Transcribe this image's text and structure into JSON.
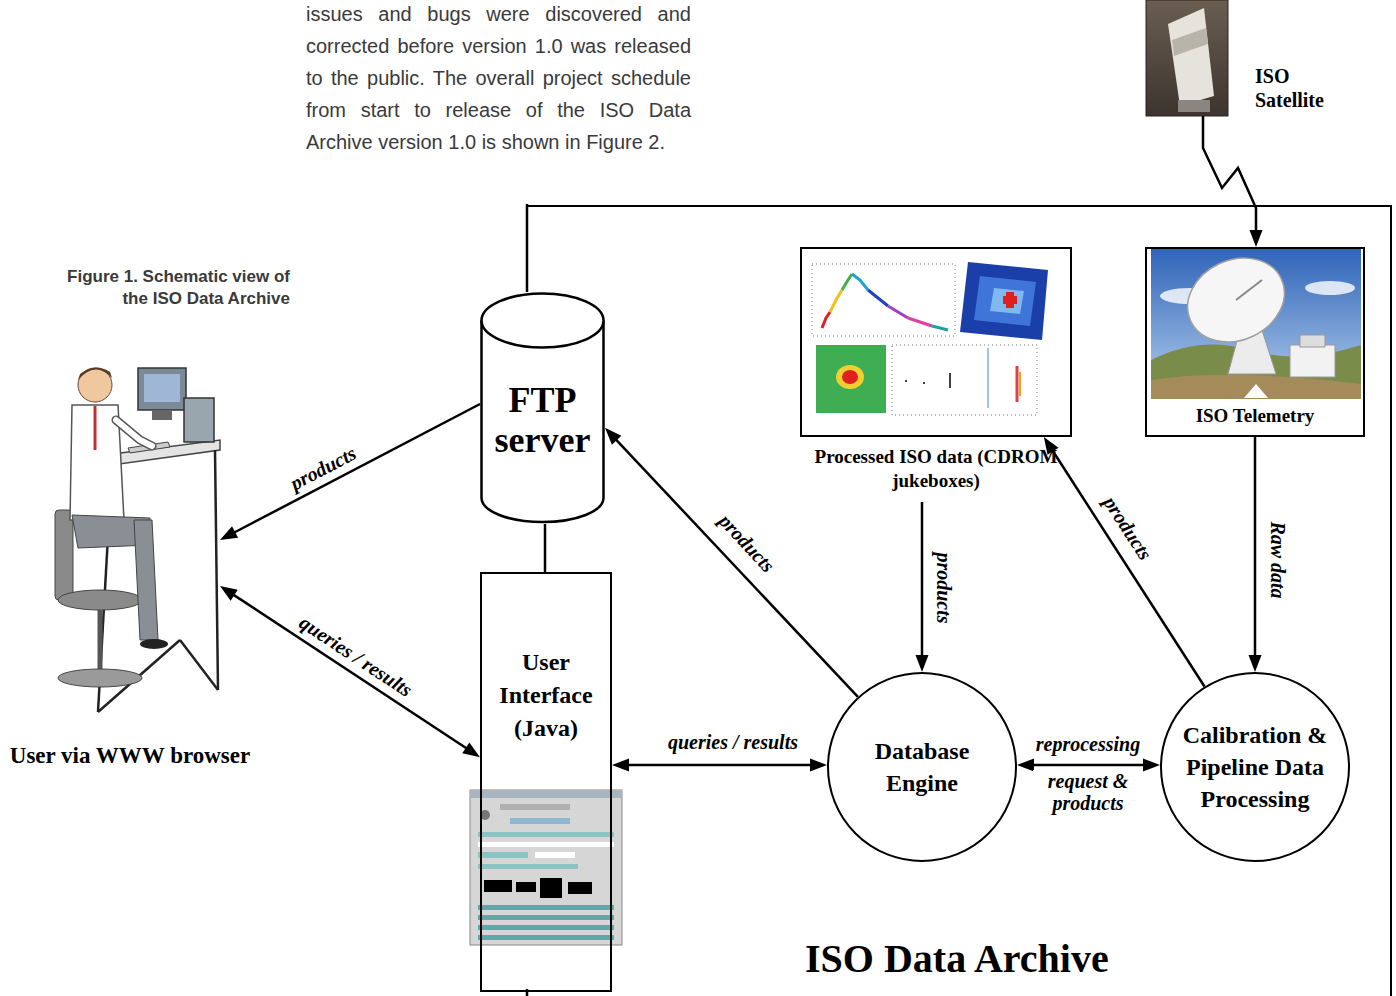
{
  "diagram": {
    "caption": "Figure 1. Schematic view of the ISO Data Archive",
    "nodes": [
      {
        "text": [
          "ISO Satellite"
        ]
      },
      {
        "text": [
          "ISO Data Archive"
        ]
      },
      {
        "text": [
          "FTP server"
        ],
        "in": 1
      },
      {
        "text": [
          "Processed ISO data (CDROM jukeboxes)"
        ],
        "in": 1
      },
      {
        "text": [
          "ISO Telemetry"
        ],
        "in": 1
      },
      {
        "text": [
          "User via WWW browser"
        ]
      },
      {
        "text": [
          "User Interface (Java)"
        ],
        "in": 1
      },
      {
        "text": [
          "Database Engine"
        ],
        "in": 1
      },
      {
        "text": [
          "Calibration & Pipeline Data Processing"
        ],
        "in": 1
      }
    ],
    "edges": [
      {
        "from": 0,
        "to": 4,
        "arrow": "to"
      },
      {
        "from": 4,
        "to": 8,
        "label": "Raw data",
        "arrow": "to"
      },
      {
        "from": 8,
        "to": 3,
        "label": "products",
        "arrow": "to"
      },
      {
        "from": 3,
        "to": 7,
        "label": "products",
        "arrow": "to"
      },
      {
        "from": 7,
        "to": 2,
        "label": "products",
        "arrow": "to"
      },
      {
        "from": 2,
        "to": 5,
        "label": "products",
        "arrow": "to"
      },
      {
        "from": 5,
        "to": 6,
        "label": "queries / results",
        "arrow": "both"
      },
      {
        "from": 6,
        "to": 7,
        "label": "queries / results",
        "arrow": "both"
      },
      {
        "from": 7,
        "to": 8,
        "label": "reprocessing",
        "arrow": "both"
      },
      {
        "from": 2,
        "to": 6,
        "arrow": "none"
      }
    ],
    "labels": [
      "issues and bugs were discovered and corrected before version 1.0 was released to the public. The overall project schedule from start to release of the ISO Data Archive version 1.0 is shown in Figure 2.",
      "request & products"
    ]
  }
}
